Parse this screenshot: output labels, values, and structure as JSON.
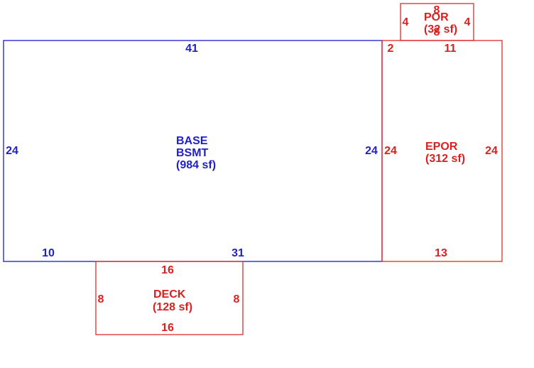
{
  "colors": {
    "base": "#1f1fcc",
    "addition": "#dd1f1f"
  },
  "areas": {
    "base": {
      "line1": "BASE",
      "line2": "BSMT",
      "area": "(984 sf)",
      "dims": {
        "top": "41",
        "left": "24",
        "right": "24",
        "bottom_left": "10",
        "bottom_right": "31"
      }
    },
    "epor": {
      "line1": "EPOR",
      "area": "(312 sf)",
      "dims": {
        "top_left": "2",
        "top": "11",
        "left": "24",
        "right": "24",
        "bottom": "13"
      }
    },
    "por": {
      "line1": "POR",
      "area": "(32 sf)",
      "dims": {
        "top": "8",
        "left": "4",
        "right": "4",
        "bottom": "8"
      }
    },
    "deck": {
      "line1": "DECK",
      "area": "(128 sf)",
      "dims": {
        "top": "16",
        "left": "8",
        "right": "8",
        "bottom": "16"
      }
    }
  }
}
